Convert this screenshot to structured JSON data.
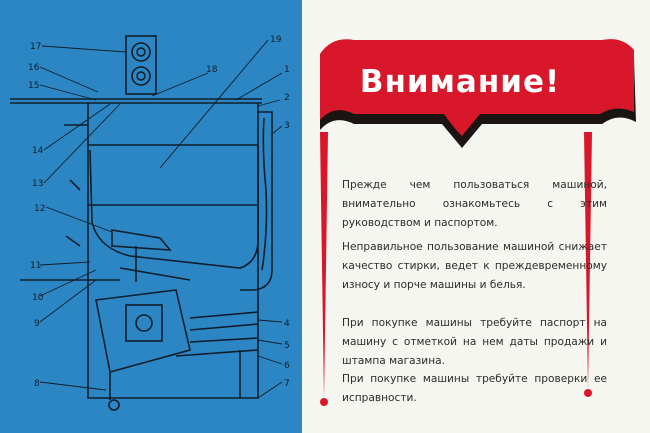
{
  "diagram": {
    "callouts": [
      "17",
      "16",
      "15",
      "14",
      "13",
      "12",
      "11",
      "10",
      "9",
      "8",
      "19",
      "18",
      "1",
      "2",
      "3",
      "4",
      "5",
      "6",
      "7"
    ]
  },
  "notice": {
    "title": "Внимание!",
    "paragraphs": [
      "Прежде чем пользоваться машиной, внимательно ознакомьтесь с этим руководством и паспортом.",
      "Неправильное пользование машиной снижает качество стирки, ведет к преждевременному износу и порче машины и белья.",
      "При покупке машины требуйте паспорт на машину с отметкой на нем даты продажи и штампа магазина.",
      "При покупке машины требуйте проверки ее исправности."
    ]
  },
  "colors": {
    "blueprint": "#2c86c4",
    "banner_red": "#d8182a",
    "banner_shadow": "#1a1412",
    "paper": "#f6f6f1"
  }
}
